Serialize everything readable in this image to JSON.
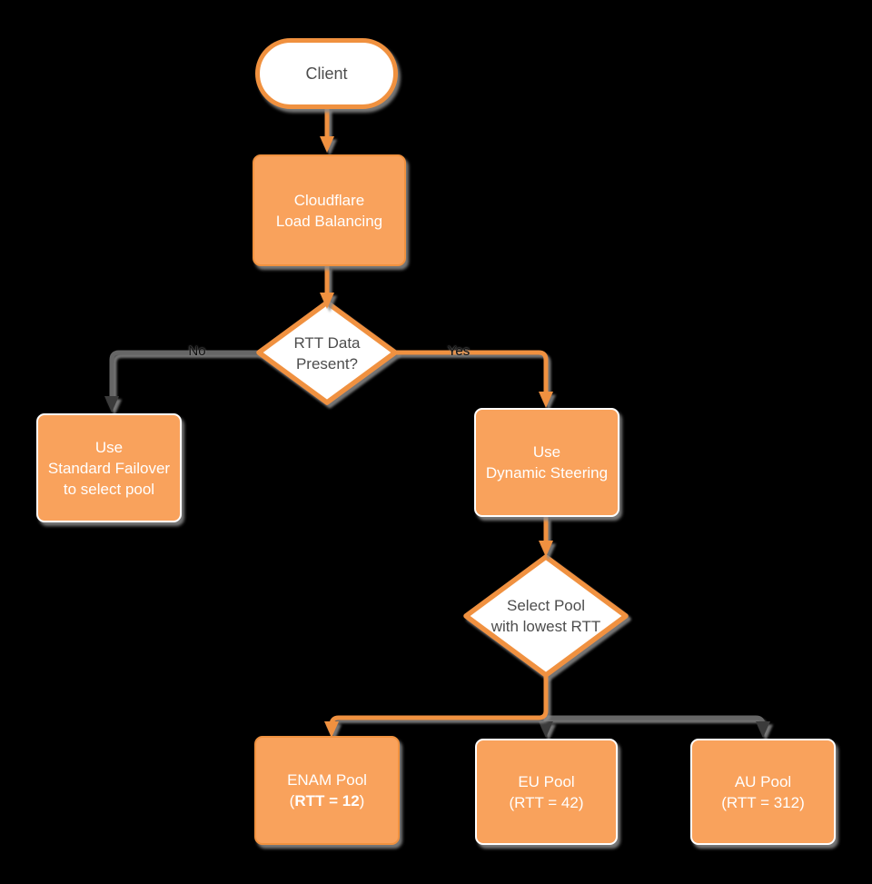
{
  "title": "Cloudflare Load Balancing flowchart",
  "colors": {
    "orange_fill": "#F9A25C",
    "orange_stroke": "#F0913F",
    "gray_line": "#666666",
    "dark_arrow": "#3A3A3A",
    "text_dark": "#4D4D4D",
    "node_text": "#FFFFFF",
    "shape_white": "#FFFFFF",
    "canvas_bg": "#000000"
  },
  "nodes": {
    "client": {
      "label": "Client"
    },
    "cloudflare": {
      "line1": "Cloudflare",
      "line2": "Load Balancing"
    },
    "rtt_decision": {
      "line1": "RTT Data",
      "line2": "Present?"
    },
    "failover": {
      "line1": "Use",
      "line2": "Standard Failover",
      "line3": "to select pool"
    },
    "dynamic_steering": {
      "line1": "Use",
      "line2": "Dynamic Steering"
    },
    "select_pool": {
      "line1": "Select Pool",
      "line2": "with lowest RTT"
    },
    "enam_pool": {
      "line1": "ENAM Pool",
      "line2_prefix": "(",
      "line2_bold": "RTT = 12",
      "line2_suffix": ")"
    },
    "eu_pool": {
      "line1": "EU Pool",
      "line2": "(RTT = 42)"
    },
    "au_pool": {
      "line1": "AU Pool",
      "line2": "(RTT = 312)"
    }
  },
  "edges": {
    "no_label": "No",
    "yes_label": "Yes"
  }
}
